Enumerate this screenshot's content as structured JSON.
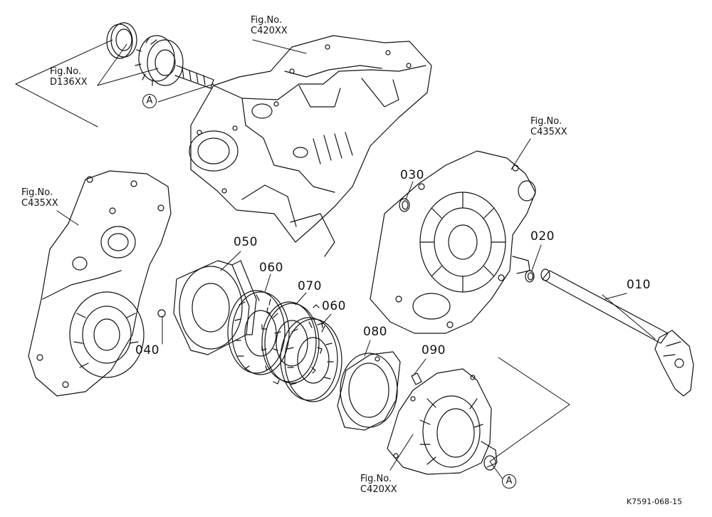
{
  "colors": {
    "ink": "#111111",
    "paper": "#ffffff"
  },
  "fig_refs": {
    "d136": {
      "line1": "Fig.No.",
      "line2": "D136XX"
    },
    "c420_top": {
      "line1": "Fig.No.",
      "line2": "C420XX"
    },
    "c435_right": {
      "line1": "Fig.No.",
      "line2": "C435XX"
    },
    "c435_left": {
      "line1": "Fig.No.",
      "line2": "C435XX"
    },
    "c420_bottom": {
      "line1": "Fig.No.",
      "line2": "C420XX"
    }
  },
  "parts": {
    "p010": "010",
    "p020": "020",
    "p030": "030",
    "p040": "040",
    "p050": "050",
    "p060a": "060",
    "p060b": "060",
    "p070": "070",
    "p080": "080",
    "p090": "090"
  },
  "connectors": {
    "a_top": "A",
    "a_bottom": "A"
  },
  "drawing_code": "K7591-068-15"
}
